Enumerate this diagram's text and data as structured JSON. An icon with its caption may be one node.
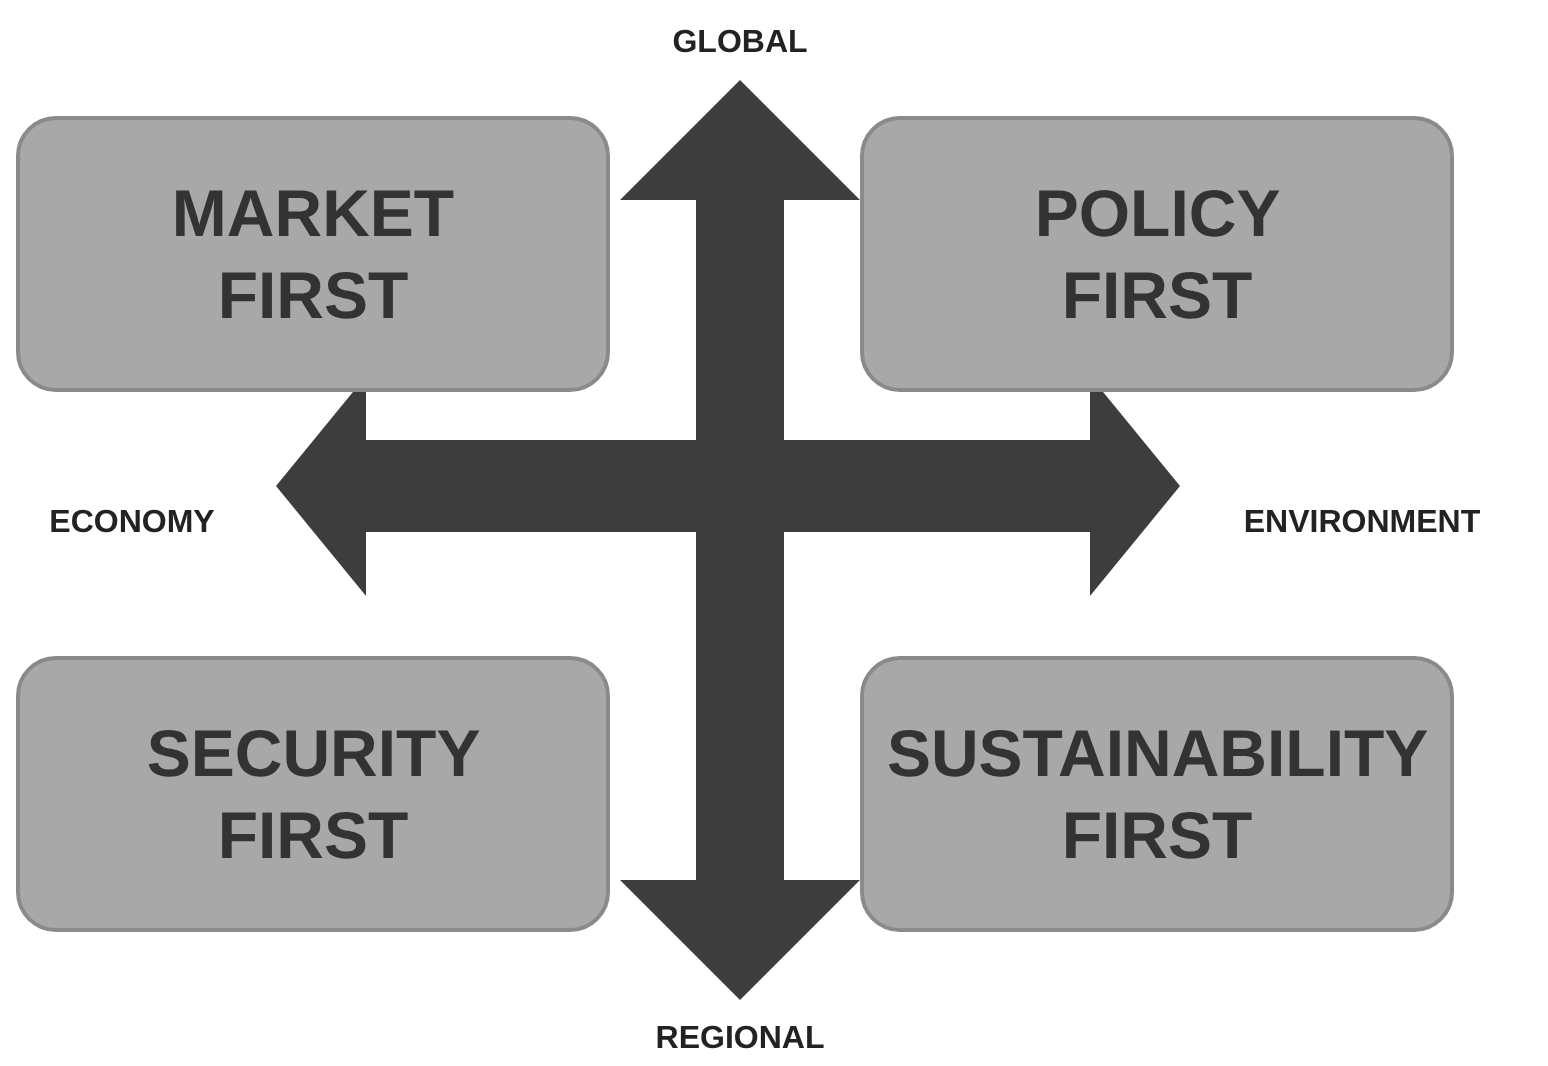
{
  "diagram": {
    "nodes": [
      {
        "text": [
          "MARKET FIRST"
        ]
      },
      {
        "text": [
          "POLICY FIRST"
        ]
      },
      {
        "text": [
          "SECURITY FIRST"
        ]
      },
      {
        "text": [
          "SUSTAINABILITY FIRST"
        ]
      }
    ],
    "labels": [
      "GLOBAL",
      "ECONOMY",
      "ENVIRONMENT",
      "REGIONAL"
    ]
  }
}
